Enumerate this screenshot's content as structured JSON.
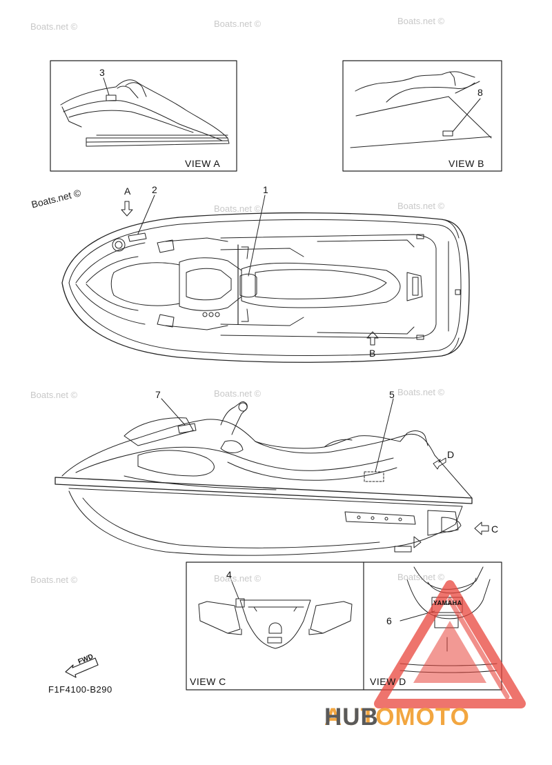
{
  "diagram": {
    "callouts": [
      "1",
      "2",
      "3",
      "4",
      "5",
      "6",
      "7",
      "8"
    ],
    "arrows": [
      "A",
      "B",
      "C",
      "D"
    ],
    "views": {
      "a": "VIEW A",
      "b": "VIEW B",
      "c": "VIEW C",
      "d": "VIEW D"
    },
    "fwd_label": "FWD",
    "part_number": "F1F4100-B290",
    "decal_text": "YAMAHA"
  },
  "watermark": {
    "text": "Boats.net ©",
    "dark_text": "Boats.net ©"
  },
  "brand_logo": {
    "part1": "AUTOMOTO",
    "part2": "HUB",
    "color1": "#f2a640",
    "color2": "#5a5a5a",
    "triangle_color": "#e8453c"
  }
}
